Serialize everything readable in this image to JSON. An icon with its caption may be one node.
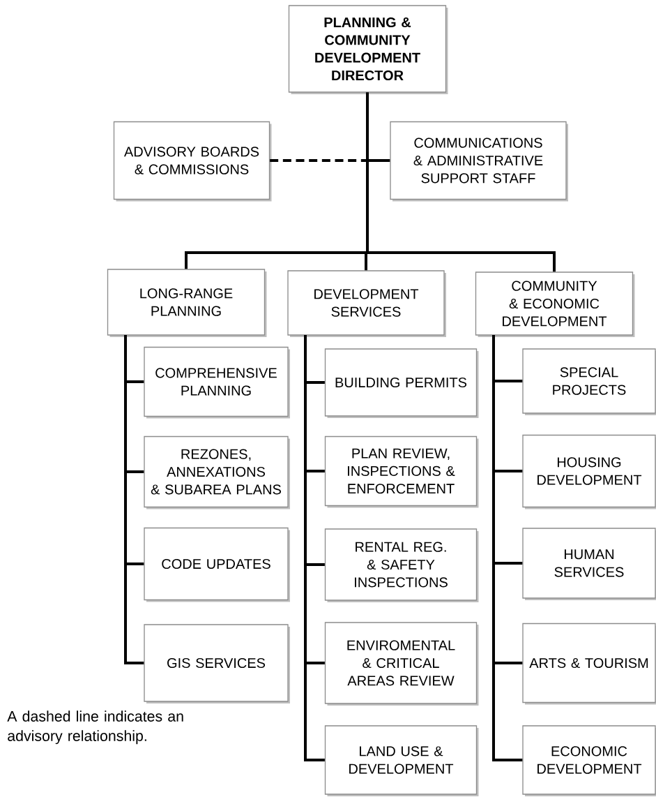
{
  "diagram": {
    "nodes": [
      {
        "text": [
          "PLANNING & COMMUNITY DEVELOPMENT DIRECTOR"
        ]
      },
      {
        "text": [
          "ADVISORY BOARDS & COMMISSIONS"
        ]
      },
      {
        "text": [
          "COMMUNICATIONS & ADMINISTRATIVE SUPPORT STAFF"
        ]
      },
      {
        "text": [
          "LONG-RANGE PLANNING"
        ]
      },
      {
        "text": [
          "DEVELOPMENT SERVICES"
        ]
      },
      {
        "text": [
          "COMMUNITY & ECONOMIC DEVELOPMENT"
        ]
      },
      {
        "text": [
          "COMPREHENSIVE PLANNING"
        ]
      },
      {
        "text": [
          "REZONES, ANNEXATIONS & SUBAREA PLANS"
        ]
      },
      {
        "text": [
          "CODE UPDATES"
        ]
      },
      {
        "text": [
          "GIS SERVICES"
        ]
      },
      {
        "text": [
          "BUILDING PERMITS"
        ]
      },
      {
        "text": [
          "PLAN REVIEW, INSPECTIONS & ENFORCEMENT"
        ]
      },
      {
        "text": [
          "RENTAL REG. & SAFETY INSPECTIONS"
        ]
      },
      {
        "text": [
          "ENVIROMENTAL & CRITICAL AREAS REVIEW"
        ]
      },
      {
        "text": [
          "LAND USE & DEVELOPMENT"
        ]
      },
      {
        "text": [
          "SPECIAL PROJECTS"
        ]
      },
      {
        "text": [
          "HOUSING DEVELOPMENT"
        ]
      },
      {
        "text": [
          "HUMAN SERVICES"
        ]
      },
      {
        "text": [
          "ARTS & TOURISM"
        ]
      },
      {
        "text": [
          "ECONOMIC DEVELOPMENT"
        ]
      }
    ],
    "edges": [
      {
        "from": 1,
        "to": 0,
        "arrow": "none",
        "style": "dashed"
      },
      {
        "from": 0,
        "to": 2,
        "arrow": "none"
      },
      {
        "from": 0,
        "to": 3,
        "arrow": "none"
      },
      {
        "from": 0,
        "to": 4,
        "arrow": "none"
      },
      {
        "from": 0,
        "to": 5,
        "arrow": "none"
      },
      {
        "from": 3,
        "to": 6,
        "arrow": "none"
      },
      {
        "from": 3,
        "to": 7,
        "arrow": "none"
      },
      {
        "from": 3,
        "to": 8,
        "arrow": "none"
      },
      {
        "from": 3,
        "to": 9,
        "arrow": "none"
      },
      {
        "from": 4,
        "to": 10,
        "arrow": "none"
      },
      {
        "from": 4,
        "to": 11,
        "arrow": "none"
      },
      {
        "from": 4,
        "to": 12,
        "arrow": "none"
      },
      {
        "from": 4,
        "to": 13,
        "arrow": "none"
      },
      {
        "from": 4,
        "to": 14,
        "arrow": "none"
      },
      {
        "from": 5,
        "to": 15,
        "arrow": "none"
      },
      {
        "from": 5,
        "to": 16,
        "arrow": "none"
      },
      {
        "from": 5,
        "to": 17,
        "arrow": "none"
      },
      {
        "from": 5,
        "to": 18,
        "arrow": "none"
      },
      {
        "from": 5,
        "to": 19,
        "arrow": "none"
      }
    ],
    "labels": [
      "A dashed line indicates an advisory relationship."
    ]
  }
}
